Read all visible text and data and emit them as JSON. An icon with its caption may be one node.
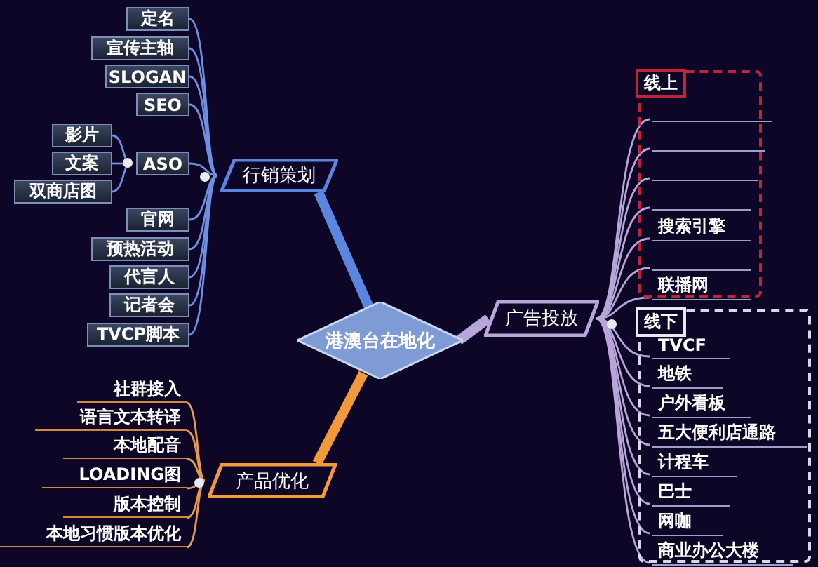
{
  "diagram": {
    "nodes": [
      {
        "text": [
          "港澳台在地化"
        ]
      },
      {
        "text": [
          "行销策划"
        ]
      },
      {
        "text": [
          "定名"
        ]
      },
      {
        "text": [
          "宣传主轴"
        ]
      },
      {
        "text": [
          "SLOGAN"
        ]
      },
      {
        "text": [
          "SEO"
        ]
      },
      {
        "text": [
          "ASO"
        ]
      },
      {
        "text": [
          "影片"
        ]
      },
      {
        "text": [
          "文案"
        ]
      },
      {
        "text": [
          "双商店图"
        ]
      },
      {
        "text": [
          "官网"
        ]
      },
      {
        "text": [
          "预热活动"
        ]
      },
      {
        "text": [
          "代言人"
        ]
      },
      {
        "text": [
          "记者会"
        ]
      },
      {
        "text": [
          "TVCP脚本"
        ]
      },
      {
        "text": [
          "广告投放"
        ]
      },
      {
        "text": [
          "线上"
        ]
      },
      {
        "text": [],
        "shape": "bar",
        "in": 16
      },
      {
        "text": [],
        "shape": "bar",
        "in": 16
      },
      {
        "text": [],
        "shape": "bar",
        "in": 16
      },
      {
        "text": [],
        "shape": "bar",
        "in": 16
      },
      {
        "text": [
          "搜索引擎"
        ],
        "in": 16
      },
      {
        "text": [],
        "shape": "bar",
        "in": 16
      },
      {
        "text": [
          "联播网"
        ],
        "in": 16
      },
      {
        "text": [
          "线下"
        ]
      },
      {
        "text": [
          "TVCF"
        ],
        "in": 24
      },
      {
        "text": [
          "地铁"
        ],
        "in": 24
      },
      {
        "text": [
          "户外看板"
        ],
        "in": 24
      },
      {
        "text": [
          "五大便利店通路"
        ],
        "in": 24
      },
      {
        "text": [
          "计程车"
        ],
        "in": 24
      },
      {
        "text": [
          "巴士"
        ],
        "in": 24
      },
      {
        "text": [
          "网咖"
        ],
        "in": 24
      },
      {
        "text": [
          "商业办公大楼"
        ],
        "in": 24
      },
      {
        "text": [
          "产品优化"
        ]
      },
      {
        "text": [
          "社群接入"
        ]
      },
      {
        "text": [
          "语言文本转译"
        ]
      },
      {
        "text": [
          "本地配音"
        ]
      },
      {
        "text": [
          "LOADING图"
        ]
      },
      {
        "text": [
          "版本控制"
        ]
      },
      {
        "text": [
          "本地习惯版本优化"
        ]
      }
    ],
    "edges": [
      {
        "from": 0,
        "to": 1,
        "arrow": "none",
        "style": "thick",
        "color": "#5b86e0"
      },
      {
        "from": 0,
        "to": 15,
        "arrow": "none",
        "style": "thick"
      },
      {
        "from": 0,
        "to": 33,
        "arrow": "none",
        "style": "thick",
        "color": "#f29a3a"
      },
      {
        "from": 1,
        "to": 2,
        "arrow": "none",
        "color": "#6f8fe0"
      },
      {
        "from": 1,
        "to": 3,
        "arrow": "none",
        "color": "#6f8fe0"
      },
      {
        "from": 1,
        "to": 4,
        "arrow": "none",
        "color": "#6f8fe0"
      },
      {
        "from": 1,
        "to": 5,
        "arrow": "none",
        "color": "#6f8fe0"
      },
      {
        "from": 1,
        "to": 6,
        "arrow": "none",
        "color": "#6f8fe0"
      },
      {
        "from": 1,
        "to": 10,
        "arrow": "none",
        "color": "#6f8fe0"
      },
      {
        "from": 1,
        "to": 11,
        "arrow": "none",
        "color": "#6f8fe0"
      },
      {
        "from": 1,
        "to": 12,
        "arrow": "none",
        "color": "#6f8fe0"
      },
      {
        "from": 1,
        "to": 13,
        "arrow": "none",
        "color": "#6f8fe0"
      },
      {
        "from": 1,
        "to": 14,
        "arrow": "none",
        "color": "#6f8fe0"
      },
      {
        "from": 6,
        "to": 7,
        "arrow": "none",
        "color": "#6f8fe0"
      },
      {
        "from": 6,
        "to": 8,
        "arrow": "none",
        "color": "#6f8fe0"
      },
      {
        "from": 6,
        "to": 9,
        "arrow": "none",
        "color": "#6f8fe0"
      },
      {
        "from": 15,
        "to": 17,
        "arrow": "none"
      },
      {
        "from": 15,
        "to": 18,
        "arrow": "none"
      },
      {
        "from": 15,
        "to": 19,
        "arrow": "none"
      },
      {
        "from": 15,
        "to": 20,
        "arrow": "none"
      },
      {
        "from": 15,
        "to": 21,
        "arrow": "none"
      },
      {
        "from": 15,
        "to": 22,
        "arrow": "none"
      },
      {
        "from": 15,
        "to": 23,
        "arrow": "none"
      },
      {
        "from": 15,
        "to": 25,
        "arrow": "none"
      },
      {
        "from": 15,
        "to": 26,
        "arrow": "none"
      },
      {
        "from": 15,
        "to": 27,
        "arrow": "none"
      },
      {
        "from": 15,
        "to": 28,
        "arrow": "none"
      },
      {
        "from": 15,
        "to": 29,
        "arrow": "none"
      },
      {
        "from": 15,
        "to": 30,
        "arrow": "none"
      },
      {
        "from": 15,
        "to": 31,
        "arrow": "none"
      },
      {
        "from": 15,
        "to": 32,
        "arrow": "none"
      },
      {
        "from": 33,
        "to": 34,
        "arrow": "none",
        "color": "#e89a4a"
      },
      {
        "from": 33,
        "to": 35,
        "arrow": "none",
        "color": "#e89a4a"
      },
      {
        "from": 33,
        "to": 36,
        "arrow": "none",
        "color": "#e89a4a"
      },
      {
        "from": 33,
        "to": 37,
        "arrow": "none",
        "color": "#e89a4a"
      },
      {
        "from": 33,
        "to": 38,
        "arrow": "none",
        "color": "#e89a4a"
      },
      {
        "from": 33,
        "to": 39,
        "arrow": "none",
        "color": "#e89a4a"
      }
    ]
  }
}
